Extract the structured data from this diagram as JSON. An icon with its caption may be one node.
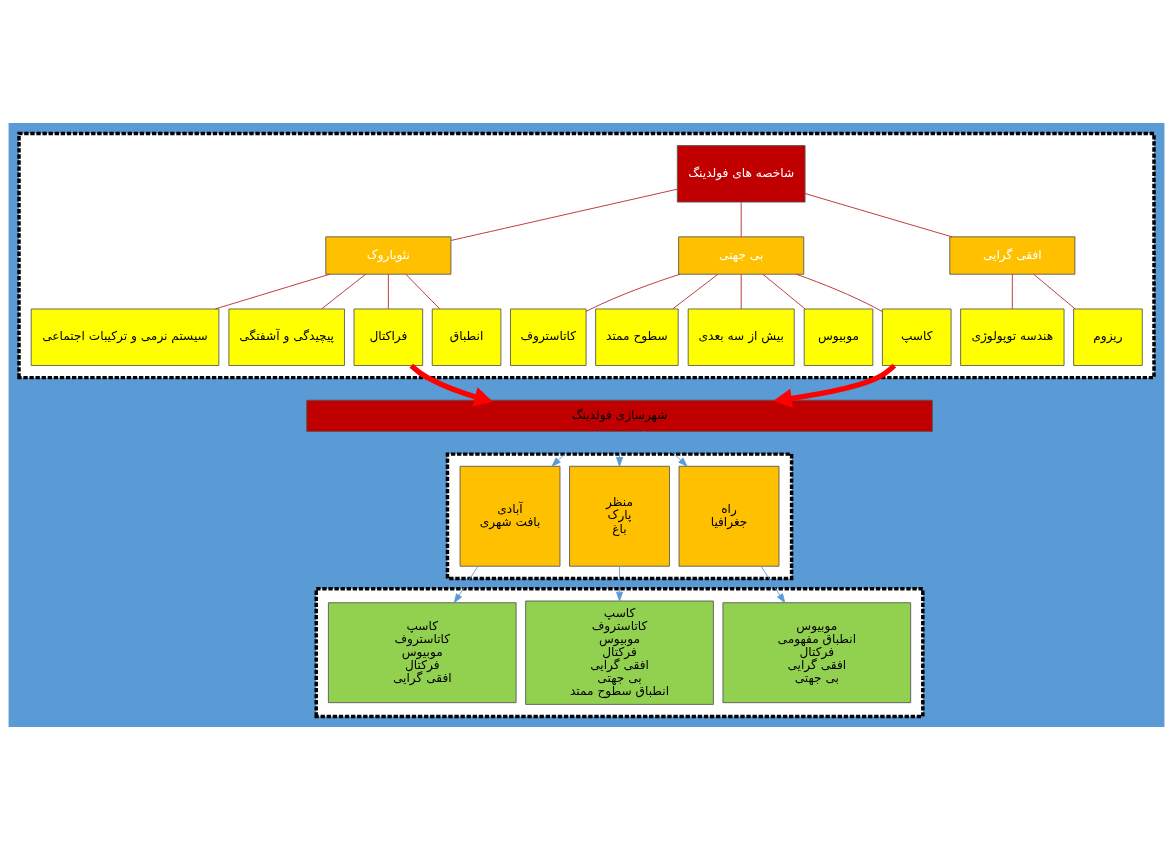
{
  "diagram": {
    "nodes": [
      {
        "text": [],
        "shape": "box"
      },
      {
        "text": [
          "شاخصه های فولدینگ"
        ],
        "in": 0
      },
      {
        "text": [
          "نئوباروک"
        ],
        "in": 0
      },
      {
        "text": [
          "بی جهتی"
        ],
        "in": 0
      },
      {
        "text": [
          "افقی گرایی"
        ],
        "in": 0
      },
      {
        "text": [
          "سیستم نرمی و ترکیبات اجتماعی"
        ],
        "in": 0
      },
      {
        "text": [
          "پیچیدگی و آشفتگی"
        ],
        "in": 0
      },
      {
        "text": [
          "فراکتال"
        ],
        "in": 0
      },
      {
        "text": [
          "انطباق"
        ],
        "in": 0
      },
      {
        "text": [
          "کاتاستروف"
        ],
        "in": 0
      },
      {
        "text": [
          "سطوح ممتد"
        ],
        "in": 0
      },
      {
        "text": [
          "بیش از سه بعدی"
        ],
        "in": 0
      },
      {
        "text": [
          "موبیوس"
        ],
        "in": 0
      },
      {
        "text": [
          "کاسپ"
        ],
        "in": 0
      },
      {
        "text": [
          "هندسه توپولوژی"
        ],
        "in": 0
      },
      {
        "text": [
          "ریزوم"
        ],
        "in": 0
      },
      {
        "text": [
          "شهرسازی فولدینگ"
        ]
      },
      {
        "text": [],
        "shape": "box"
      },
      {
        "text": [
          "راه",
          "جغرافیا"
        ],
        "in": 17
      },
      {
        "text": [
          "منظر",
          "پارک",
          "باغ"
        ],
        "in": 17
      },
      {
        "text": [
          "آبادی",
          "بافت شهری"
        ],
        "in": 17
      },
      {
        "text": [],
        "shape": "box"
      },
      {
        "text": [
          "موبیوس",
          "انطباق مفهومی",
          "فرکتال",
          "افقی گرایی",
          "بی جهتی"
        ],
        "in": 21
      },
      {
        "text": [
          "کاسپ",
          "کاتاستروف",
          "موبیوس",
          "فرکتال",
          "افقی گرایی",
          "بی جهتی",
          "انطباق سطوح ممتد"
        ],
        "in": 21
      },
      {
        "text": [
          "کاسپ",
          "کاتاستروف",
          "موبیوس",
          "فرکتال",
          "افقی گرایی"
        ],
        "in": 21
      }
    ],
    "edges": [
      {
        "from": 1,
        "to": 2,
        "arrow": "none"
      },
      {
        "from": 1,
        "to": 3,
        "arrow": "none"
      },
      {
        "from": 1,
        "to": 4,
        "arrow": "none"
      },
      {
        "from": 2,
        "to": 5,
        "arrow": "none"
      },
      {
        "from": 2,
        "to": 6,
        "arrow": "none"
      },
      {
        "from": 2,
        "to": 7,
        "arrow": "none"
      },
      {
        "from": 2,
        "to": 8,
        "arrow": "none"
      },
      {
        "from": 3,
        "to": 9,
        "arrow": "none"
      },
      {
        "from": 3,
        "to": 10,
        "arrow": "none"
      },
      {
        "from": 3,
        "to": 11,
        "arrow": "none"
      },
      {
        "from": 3,
        "to": 12,
        "arrow": "none"
      },
      {
        "from": 3,
        "to": 13,
        "arrow": "none"
      },
      {
        "from": 4,
        "to": 14,
        "arrow": "none"
      },
      {
        "from": 4,
        "to": 15,
        "arrow": "none"
      },
      {
        "from": 7,
        "to": 16,
        "arrow": "to",
        "style": "thick",
        "color": "#ff0000"
      },
      {
        "from": 13,
        "to": 16,
        "arrow": "to",
        "style": "thick",
        "color": "#ff0000"
      },
      {
        "from": 16,
        "to": 18,
        "arrow": "to",
        "color": "#5b9bd5"
      },
      {
        "from": 16,
        "to": 19,
        "arrow": "to",
        "color": "#5b9bd5"
      },
      {
        "from": 16,
        "to": 20,
        "arrow": "to",
        "color": "#5b9bd5"
      },
      {
        "from": 18,
        "to": 22,
        "arrow": "to",
        "color": "#5b9bd5"
      },
      {
        "from": 19,
        "to": 23,
        "arrow": "to",
        "color": "#5b9bd5"
      },
      {
        "from": 20,
        "to": 24,
        "arrow": "to",
        "color": "#5b9bd5"
      }
    ]
  }
}
